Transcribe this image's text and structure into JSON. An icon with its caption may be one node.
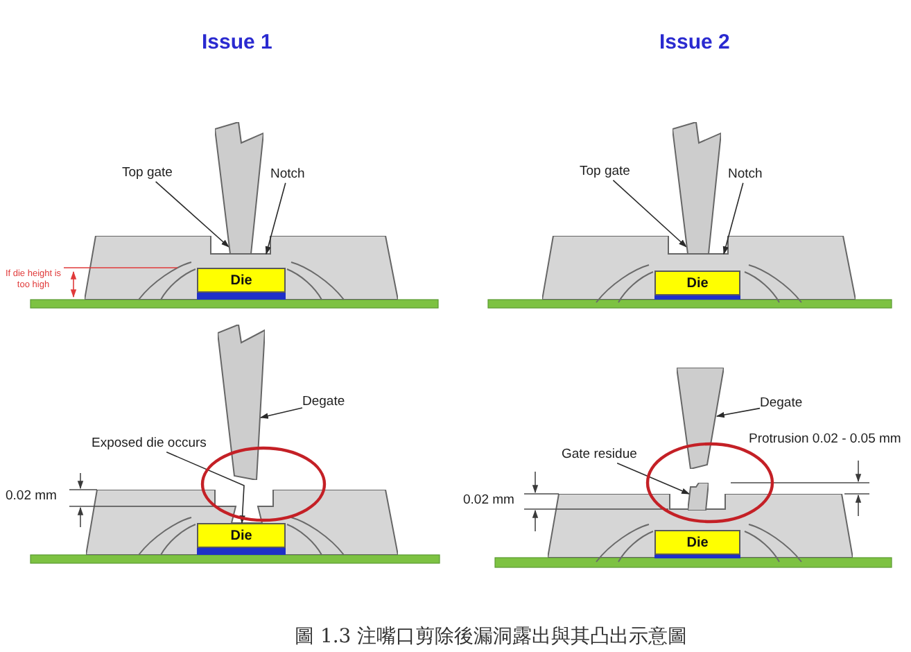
{
  "diagram": {
    "caption": "圖 1.3 注嘴口剪除後漏洞露出與其凸出示意圖",
    "nodes": [
      {
        "text": [],
        "shape": "picture"
      },
      {
        "text": [
          "Top gate"
        ]
      },
      {
        "text": [
          "Notch"
        ]
      },
      {
        "text": [],
        "shape": "picture"
      },
      {
        "text": [
          "Die"
        ],
        "in": 3
      },
      {
        "text": [],
        "shape": "picture"
      },
      {
        "text": [
          "Top gate"
        ]
      },
      {
        "text": [
          "Notch"
        ]
      },
      {
        "text": [],
        "shape": "picture"
      },
      {
        "text": [
          "Die"
        ],
        "in": 8
      },
      {
        "text": [],
        "shape": "picture"
      },
      {
        "text": [
          "Degate"
        ]
      },
      {
        "text": [
          "Exposed die occurs"
        ]
      },
      {
        "text": [],
        "shape": "picture"
      },
      {
        "text": [
          "Die"
        ],
        "in": 13
      },
      {
        "text": [],
        "shape": "picture"
      },
      {
        "text": [
          "Degate"
        ]
      },
      {
        "text": [
          "Gate residue"
        ]
      },
      {
        "text": [],
        "shape": "picture"
      },
      {
        "text": [],
        "shape": "picture"
      },
      {
        "text": [
          "Die"
        ],
        "in": 19
      }
    ],
    "edges": [
      {
        "from": 1,
        "to": 0,
        "arrow": "to"
      },
      {
        "from": 2,
        "to": 3,
        "arrow": "to"
      },
      {
        "from": 6,
        "to": 5,
        "arrow": "to"
      },
      {
        "from": 7,
        "to": 8,
        "arrow": "to"
      },
      {
        "from": 11,
        "to": 10,
        "arrow": "to"
      },
      {
        "from": 12,
        "to": 14,
        "arrow": "to"
      },
      {
        "from": 16,
        "to": 15,
        "arrow": "to"
      },
      {
        "from": 17,
        "to": 18,
        "arrow": "to"
      }
    ],
    "labels": [
      "Issue 1",
      "Issue 2",
      "If die height is too high",
      "0.02 mm",
      "Protrusion 0.02 - 0.05 mm",
      "0.02 mm"
    ]
  }
}
